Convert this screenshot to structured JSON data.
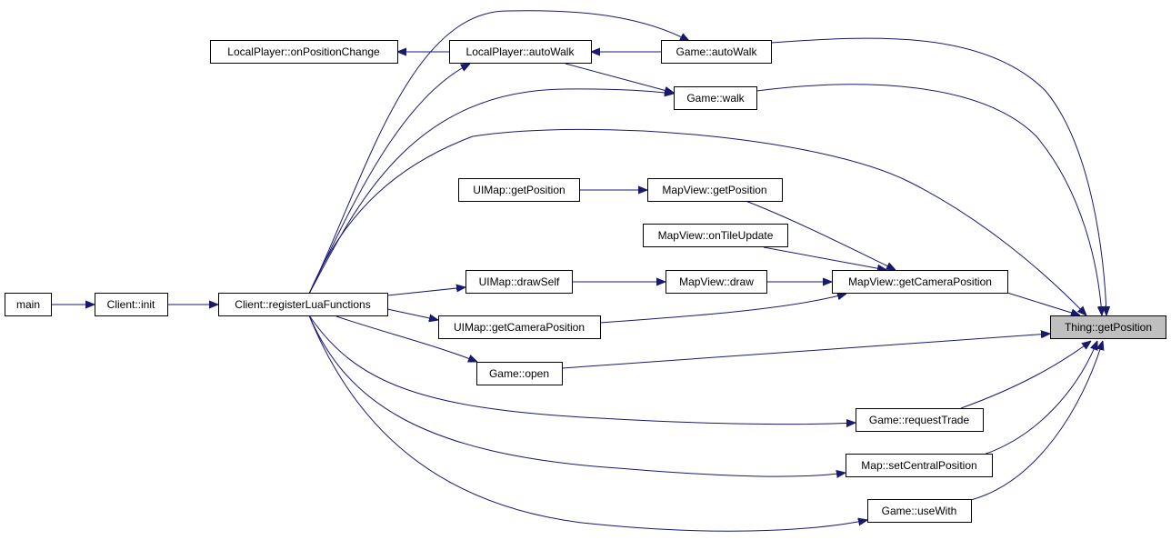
{
  "nodes": {
    "main": "main",
    "client_init": "Client::init",
    "client_reg": "Client::registerLuaFunctions",
    "lp_onpos": "LocalPlayer::onPositionChange",
    "lp_autowalk": "LocalPlayer::autoWalk",
    "game_autowalk": "Game::autoWalk",
    "game_walk": "Game::walk",
    "uimap_getpos": "UIMap::getPosition",
    "mapview_getpos": "MapView::getPosition",
    "mapview_ontile": "MapView::onTileUpdate",
    "uimap_draw": "UIMap::drawSelf",
    "mapview_draw": "MapView::draw",
    "mapview_getcam": "MapView::getCameraPosition",
    "uimap_getcam": "UIMap::getCameraPosition",
    "game_open": "Game::open",
    "thing_getpos": "Thing::getPosition",
    "game_trade": "Game::requestTrade",
    "map_setcentral": "Map::setCentralPosition",
    "game_usewith": "Game::useWith"
  },
  "colors": {
    "edge": "#191970",
    "node_border": "#000000",
    "highlight_fill": "#bfbfbf"
  }
}
